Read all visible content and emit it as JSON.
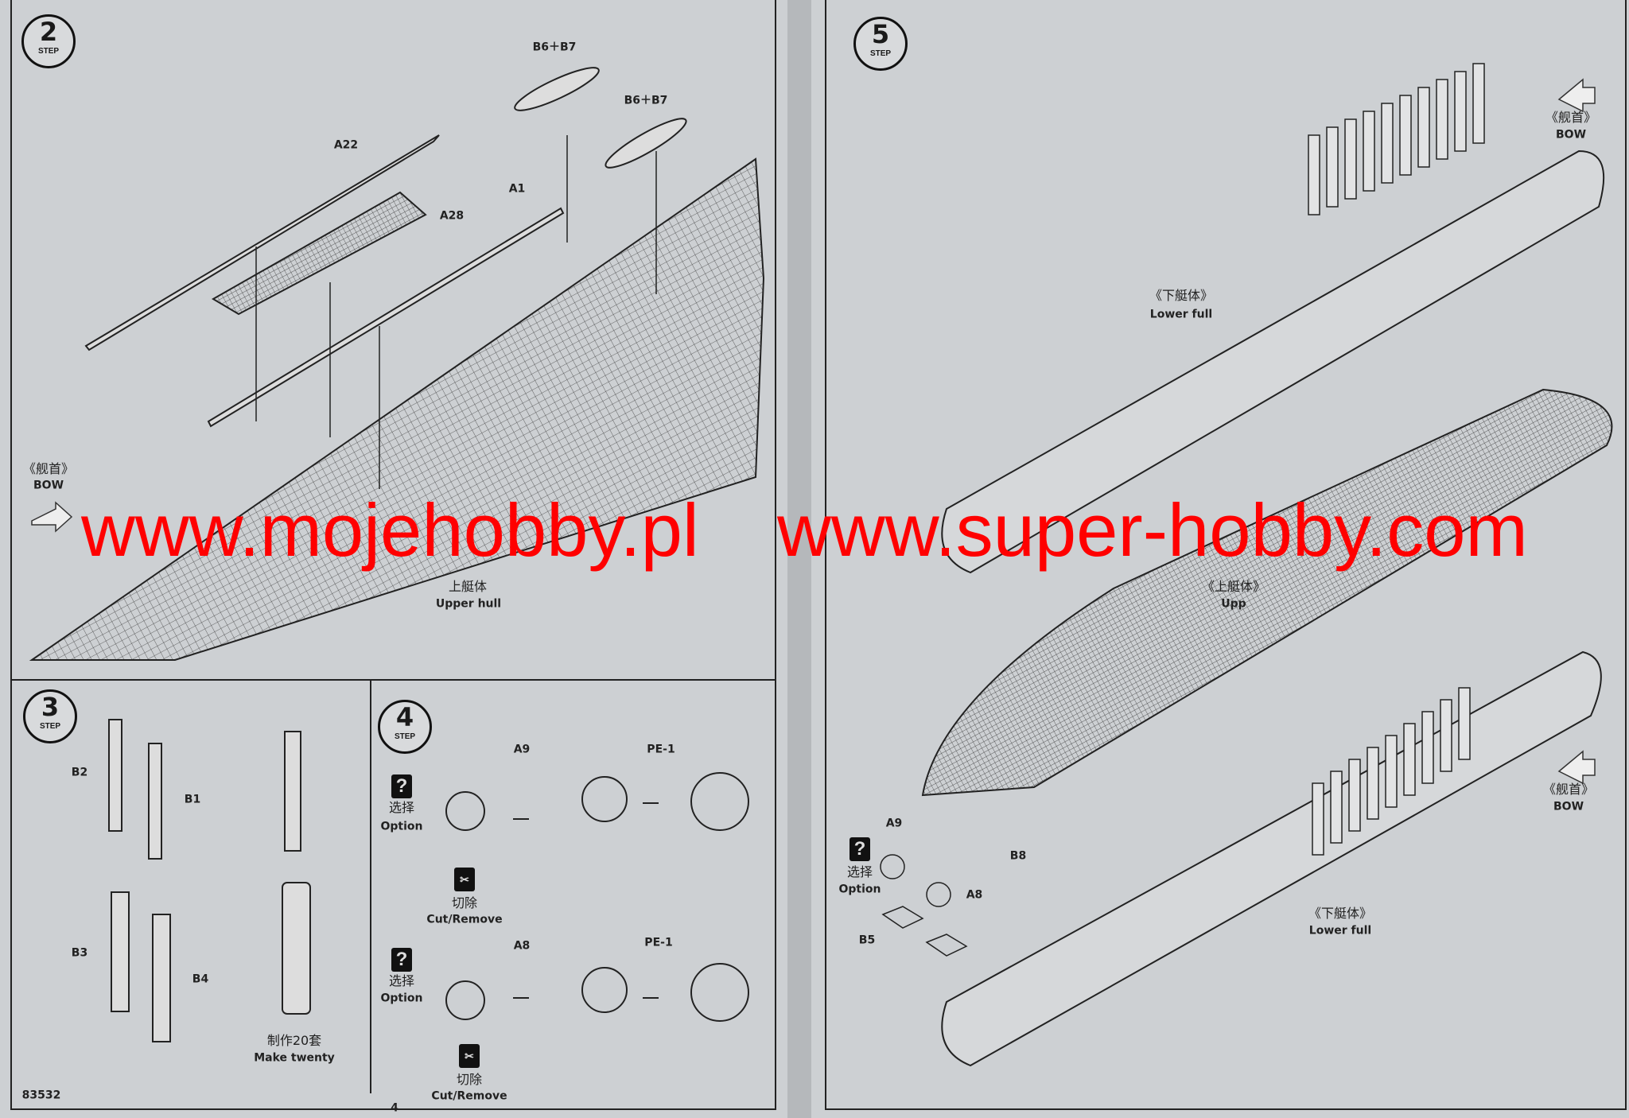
{
  "left_page": {
    "step2": {
      "step_word": "STEP",
      "step_number": "2",
      "labels": {
        "b6b7_a": "B6＋B7",
        "b6b7_b": "B6＋B7",
        "a22": "A22",
        "a28": "A28",
        "a1": "A1"
      },
      "bow_cn": "《舰首》",
      "bow_en": "BOW",
      "upper_hull_cn": "上艇体",
      "upper_hull_en": "Upper hull"
    },
    "step3": {
      "step_word": "STEP",
      "step_number": "3",
      "labels": {
        "b2": "B2",
        "b1": "B1",
        "b3": "B3",
        "b4": "B4"
      },
      "make_cn": "制作20套",
      "make_en": "Make twenty"
    },
    "step4": {
      "step_word": "STEP",
      "step_number": "4",
      "options": [
        {
          "icon": "?",
          "option_cn": "选择",
          "option_en": "Option",
          "part": "A9",
          "pe": "PE-1",
          "cut_cn": "切除",
          "cut_en": "Cut/Remove"
        },
        {
          "icon": "?",
          "option_cn": "选择",
          "option_en": "Option",
          "part": "A8",
          "pe": "PE-1",
          "cut_cn": "切除",
          "cut_en": "Cut/Remove"
        }
      ]
    },
    "catalog_number": "83532",
    "page_number": "4"
  },
  "right_page": {
    "step5": {
      "step_word": "STEP",
      "step_number": "5",
      "bow_top_cn": "《舰首》",
      "bow_top_en": "BOW",
      "lower_hull_top_cn": "《下艇体》",
      "lower_hull_top_en": "Lower full",
      "upper_hull_cn": "《上艇体》",
      "upper_hull_en": "Upp",
      "option_icon": "?",
      "option_cn": "选择",
      "option_en": "Option",
      "labels": {
        "a9": "A9",
        "b8": "B8",
        "a8": "A8",
        "b5": "B5"
      },
      "bow_bottom_cn": "《舰首》",
      "bow_bottom_en": "BOW",
      "lower_hull_bottom_cn": "《下艇体》",
      "lower_hull_bottom_en": "Lower full"
    }
  },
  "watermark": {
    "left": "www.mojehobby.pl",
    "right": "www.super-hobby.com",
    "color": "#ff0000"
  }
}
